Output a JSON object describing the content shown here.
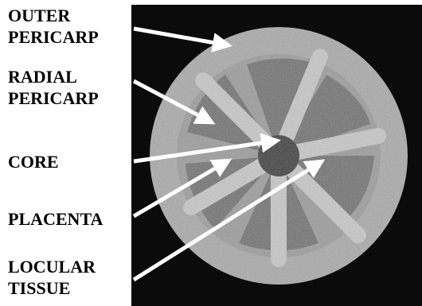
{
  "labels": {
    "outer_pericarp": "OUTER\nPERICARP",
    "radial_pericarp": "RADIAL\nPERICARP",
    "core": "CORE",
    "placenta": "PLACENTA",
    "locular_tissue": "LOCULAR\nTISSUE"
  },
  "colors": {
    "background_panel": "#0b0b0b",
    "pericarp": "#a9a9a9",
    "radial_pericarp": "#c8c8c8",
    "locular_tissue": "#6f6f6f",
    "core": "#3a3a3a",
    "arrow": "#ffffff"
  }
}
